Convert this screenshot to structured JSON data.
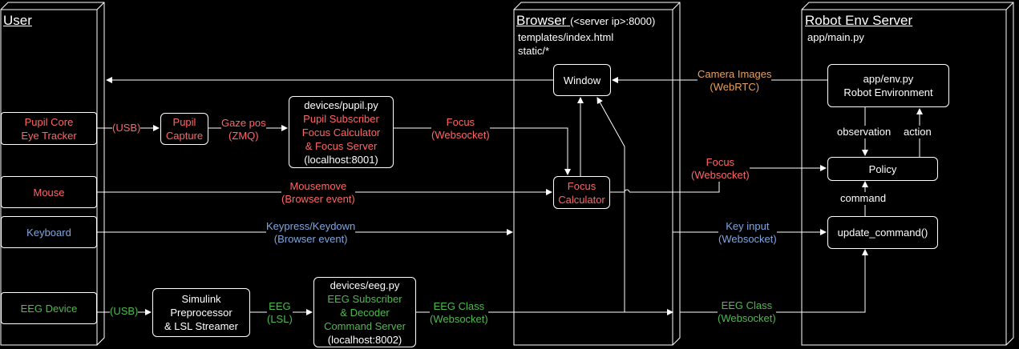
{
  "lanes": {
    "user": {
      "title": "User"
    },
    "browser": {
      "title": "Browser",
      "address": "(<server ip>:8000)",
      "files": [
        "templates/index.html",
        "static/*"
      ]
    },
    "server": {
      "title": "Robot Env Server",
      "file": "app/main.py"
    }
  },
  "user_devices": {
    "pupil": [
      "Pupil Core",
      "Eye Tracker"
    ],
    "mouse": "Mouse",
    "keyboard": "Keyboard",
    "eeg": "EEG Device"
  },
  "nodes": {
    "pupil_capture": [
      "Pupil",
      "Capture"
    ],
    "pupil_py": {
      "file": "devices/pupil.py",
      "lines": [
        "Pupil Subscriber",
        "Focus Calculator",
        "& Focus Server"
      ],
      "addr": "(localhost:8001)"
    },
    "simulink": [
      "Simulink",
      "Preprocessor",
      "& LSL Streamer"
    ],
    "eeg_py": {
      "file": "devices/eeg.py",
      "lines": [
        "EEG Subscriber",
        "& Decoder",
        "Command Server"
      ],
      "addr": "(localhost:8002)"
    },
    "window": "Window",
    "focus_calc": [
      "Focus",
      "Calculator"
    ],
    "env_py": [
      "app/env.py",
      "Robot Environment"
    ],
    "policy": "Policy",
    "update_command": "update_command()"
  },
  "edge_labels": {
    "usb1": "(USB)",
    "gaze": [
      "Gaze pos",
      "(ZMQ)"
    ],
    "focus_ws": [
      "Focus",
      "(Websocket)"
    ],
    "mousemove": [
      "Mousemove",
      "(Browser event)"
    ],
    "keypress": [
      "Keypress/Keydown",
      "(Browser event)"
    ],
    "usb2": "(USB)",
    "eeg_lsl": [
      "EEG",
      "(LSL)"
    ],
    "eeg_class1": [
      "EEG Class",
      "(Websocket)"
    ],
    "camera": [
      "Camera Images",
      "(WebRTC)"
    ],
    "focus_ws2": [
      "Focus",
      "(Websocket)"
    ],
    "key_input": [
      "Key input",
      "(Websocket)"
    ],
    "eeg_class2": [
      "EEG Class",
      "(Websocket)"
    ],
    "observation": "observation",
    "action": "action",
    "command": "command"
  },
  "colors": {
    "device_red": "#ff6666",
    "keyboard_blue": "#7ea6e0",
    "eeg_green": "#4dbb4d",
    "line": "#ffffff"
  }
}
